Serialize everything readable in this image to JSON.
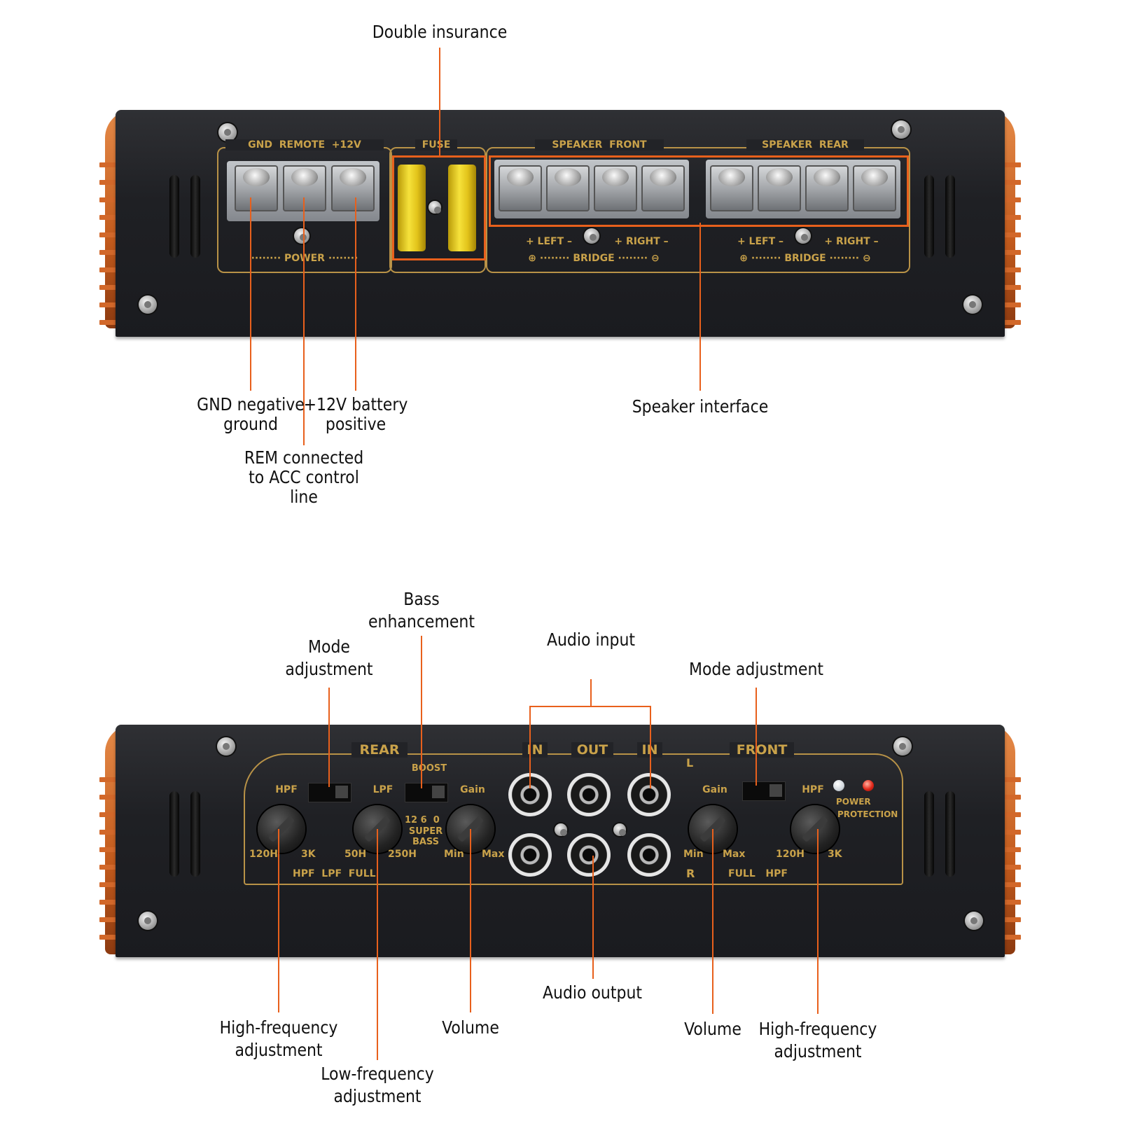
{
  "callouts": {
    "double_insurance": "Double insurance",
    "gnd_line1": "GND negative",
    "gnd_line2": "ground",
    "v12_line1": "+12V battery",
    "v12_line2": "positive",
    "rem_line1": "REM connected",
    "rem_line2": "to ACC control",
    "rem_line3": "line",
    "speaker_interface": "Speaker interface",
    "bass_line1": "Bass",
    "bass_line2": "enhancement",
    "mode_left_line1": "Mode",
    "mode_left_line2": "adjustment",
    "audio_input": "Audio input",
    "mode_right": "Mode adjustment",
    "audio_output": "Audio output",
    "hf_left_line1": "High-frequency",
    "hf_left_line2": "adjustment",
    "lf_line1": "Low-frequency",
    "lf_line2": "adjustment",
    "volume_left": "Volume",
    "volume_right": "Volume",
    "hf_right_line1": "High-frequency",
    "hf_right_line2": "adjustment"
  },
  "top_panel": {
    "power_header": "GND  REMOTE  +12V",
    "power_footer": "········ POWER ········",
    "fuse_header": "FUSE",
    "speaker_front": "SPEAKER  FRONT",
    "speaker_rear": "SPEAKER  REAR",
    "left": "+ LEFT –",
    "right": "+ RIGHT –",
    "bridge": "⊕ ········ BRIDGE ········ ⊖"
  },
  "bottom_panel": {
    "rear": "REAR",
    "front": "FRONT",
    "in_left": "IN",
    "out": "OUT",
    "in_right": "IN",
    "boost": "BOOST",
    "hpf": "HPF",
    "lpf": "LPF",
    "gain": "Gain",
    "boost_values": "12 6  0",
    "super": "SUPER",
    "bass": "BASS",
    "hz_120": "120H",
    "hz_3k": "3K",
    "hz_50": "50H",
    "hz_250": "250H",
    "min": "Min",
    "max": "Max",
    "mode_rear": "HPF  LPF  FULL",
    "mode_front": "FULL   HPF",
    "ch_l": "L",
    "ch_r": "R",
    "power": "POWER",
    "protection": "PROTECTION"
  },
  "colors": {
    "leader": "#e8601c",
    "panel_gold": "#c9a24a",
    "chassis": "#1f2024",
    "heatsink": "#d2682a"
  }
}
